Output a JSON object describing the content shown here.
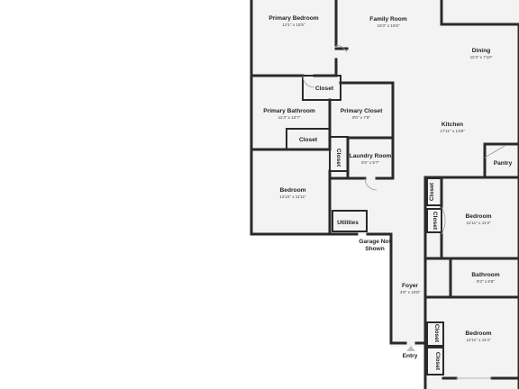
{
  "rooms": {
    "primary_bedroom": {
      "name": "Primary Bedroom",
      "dims": "12'1\" x 15'5\""
    },
    "family_room": {
      "name": "Family Room",
      "dims": "15'3\" x 16'6\""
    },
    "dining": {
      "name": "Dining",
      "dims": "11'3\" x 7'10\""
    },
    "closet_top": {
      "name": "Closet"
    },
    "primary_bathroom": {
      "name": "Primary Bathroom",
      "dims": "11'3\" x 10'7\""
    },
    "primary_closet": {
      "name": "Primary Closet",
      "dims": "9'0\" x 7'9\""
    },
    "kitchen": {
      "name": "Kitchen",
      "dims": "17'11\" x 13'8\""
    },
    "closet_bath": {
      "name": "Closet"
    },
    "closet_vertical": {
      "name": "Closet"
    },
    "laundry_room": {
      "name": "Laundry Room",
      "dims": "6'5\" x 5'7\""
    },
    "pantry": {
      "name": "Pantry"
    },
    "bedroom_left": {
      "name": "Bedroom",
      "dims": "12'10\" x 11'11\""
    },
    "utilities": {
      "name": "Utilities"
    },
    "garage_note": {
      "line1": "Garage Not",
      "line2": "Shown"
    },
    "closet_right_1": {
      "name": "Closet"
    },
    "closet_right_2": {
      "name": "Closet"
    },
    "bedroom_right_top": {
      "name": "Bedroom",
      "dims": "12'11\" x 11'3\""
    },
    "bathroom": {
      "name": "Bathroom",
      "dims": "9'3\" x 5'8\""
    },
    "foyer": {
      "name": "Foyer",
      "dims": "4'9\" x 15'8\""
    },
    "closet_right_3": {
      "name": "Closet"
    },
    "bedroom_right_bottom": {
      "name": "Bedroom",
      "dims": "12'11\" x 11'4\""
    },
    "closet_right_4": {
      "name": "Closet"
    },
    "entry": {
      "name": "Entry"
    }
  }
}
